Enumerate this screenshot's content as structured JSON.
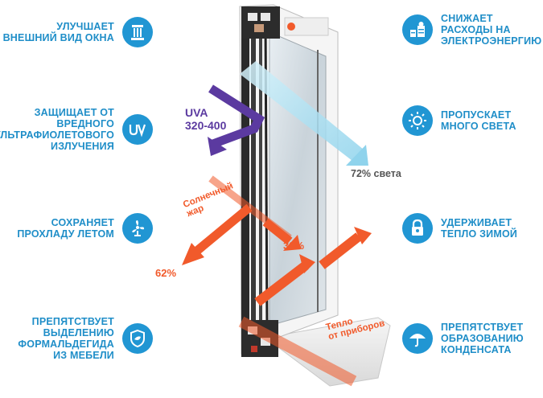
{
  "colors": {
    "accent_blue": "#2196d3",
    "label_blue": "#1f8ec8",
    "uva_purple": "#5b3aa0",
    "heat_orange": "#f15a2b",
    "light_cyan": "#bfe9f6",
    "frame_dark": "#2a2a2a"
  },
  "left_features": [
    {
      "lines": [
        "УЛУЧШАЕТ",
        "ВНЕШНИЙ ВИД ОКНА"
      ],
      "icon": "column-icon"
    },
    {
      "lines": [
        "ЗАЩИЩАЕТ ОТ",
        "ВРЕДНОГО",
        "УЛЬТРАФИОЛЕТОВОГО",
        "ИЗЛУЧЕНИЯ"
      ],
      "icon": "uv-icon"
    },
    {
      "lines": [
        "СОХРАНЯЕТ",
        "ПРОХЛАДУ ЛЕТОМ"
      ],
      "icon": "fan-icon"
    },
    {
      "lines": [
        "ПРЕПЯТСТВУЕТ",
        "ВЫДЕЛЕНИЮ",
        "ФОРМАЛЬДЕГИДА",
        "ИЗ МЕБЕЛИ"
      ],
      "icon": "shield-leaf-icon"
    }
  ],
  "right_features": [
    {
      "lines": [
        "СНИЖАЕТ",
        "РАСХОДЫ НА",
        "ЭЛЕКТРОЭНЕРГИЮ"
      ],
      "icon": "coins-icon"
    },
    {
      "lines": [
        "ПРОПУСКАЕТ",
        "МНОГО СВЕТА"
      ],
      "icon": "sun-icon"
    },
    {
      "lines": [
        "УДЕРЖИВАЕТ",
        "ТЕПЛО ЗИМОЙ"
      ],
      "icon": "lock-icon"
    },
    {
      "lines": [
        "ПРЕПЯТСТВУЕТ",
        "ОБРАЗОВАНИЮ",
        "КОНДЕНСАТА"
      ],
      "icon": "umbrella-icon"
    }
  ],
  "diagram": {
    "uva_label": "UVA",
    "uva_range": "320-400",
    "light_label": "72% света",
    "solar_heat_lines": [
      "Солнечный",
      "жар"
    ],
    "heat_pass_pct": "38%",
    "heat_reflect_pct": "62%",
    "device_heat_lines": [
      "Тепло",
      "от приборов"
    ]
  }
}
